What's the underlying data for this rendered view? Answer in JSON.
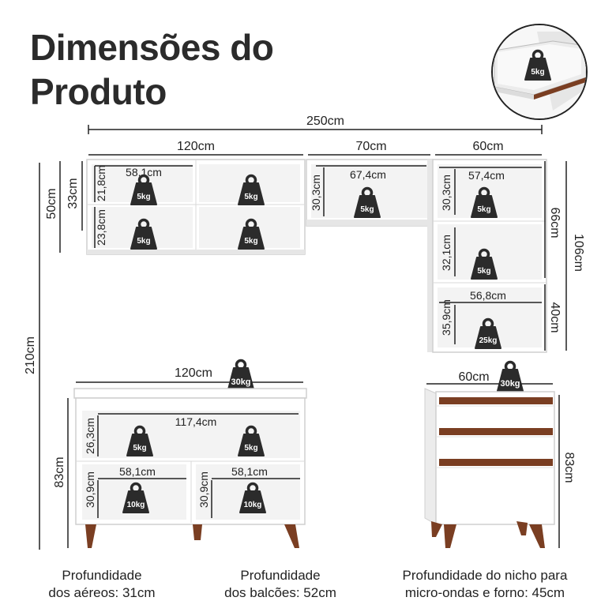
{
  "title": {
    "line1": "Dimensões do",
    "line2": "Produto"
  },
  "dimensions": {
    "total_width": "250cm",
    "upper_left_width": "120cm",
    "upper_mid_width": "70cm",
    "upper_right_width": "60cm",
    "upper_left_height": "50cm",
    "upper_left_top_height": "33cm",
    "niche_a_height": "21,8cm",
    "niche_b_height": "23,8cm",
    "niche_a_width": "58,1cm",
    "mid_niche_height": "30,3cm",
    "mid_niche_width": "67,4cm",
    "right_niche1_height": "30,3cm",
    "right_niche1_width": "57,4cm",
    "right_niche2_height": "32,1cm",
    "right_niche3_height": "35,9cm",
    "right_niche3_width": "56,8cm",
    "right_top_height": "66cm",
    "right_total_height": "106cm",
    "right_bottom_height": "40cm",
    "total_height": "210cm",
    "counter_width": "120cm",
    "counter_inner_width": "117,4cm",
    "counter_top_niche_height": "26,3cm",
    "counter_height": "83cm",
    "counter_left_niche_width": "58,1cm",
    "counter_left_niche_height": "30,9cm",
    "counter_right_niche_width": "58,1cm",
    "counter_right_niche_height": "30,9cm",
    "drawer_width": "60cm",
    "drawer_height": "83cm"
  },
  "weights": {
    "inset_drawer": "5kg",
    "upper_left_1": "5kg",
    "upper_left_2": "5kg",
    "upper_left_3": "5kg",
    "upper_left_4": "5kg",
    "upper_mid": "5kg",
    "right_1": "5kg",
    "right_2": "5kg",
    "right_3": "25kg",
    "counter_top": "30kg",
    "counter_shelf_1": "5kg",
    "counter_shelf_2": "5kg",
    "counter_bottom_1": "10kg",
    "counter_bottom_2": "10kg",
    "drawer_top": "30kg"
  },
  "notes": {
    "upper_depth_line1": "Profundidade",
    "upper_depth_line2": "dos aéreos: 31cm",
    "counter_depth_line1": "Profundidade",
    "counter_depth_line2": "dos balcões: 52cm",
    "niche_depth_line1": "Profundidade do nicho para",
    "niche_depth_line2": "micro-ondas e forno: 45cm"
  },
  "colors": {
    "furniture": "#ffffff",
    "furniture_edge": "#cfcfcf",
    "inner": "#f3f3f3",
    "wood": "#7a3e22",
    "weight_icon": "#2b2b2b",
    "dimension_line": "#222222"
  }
}
